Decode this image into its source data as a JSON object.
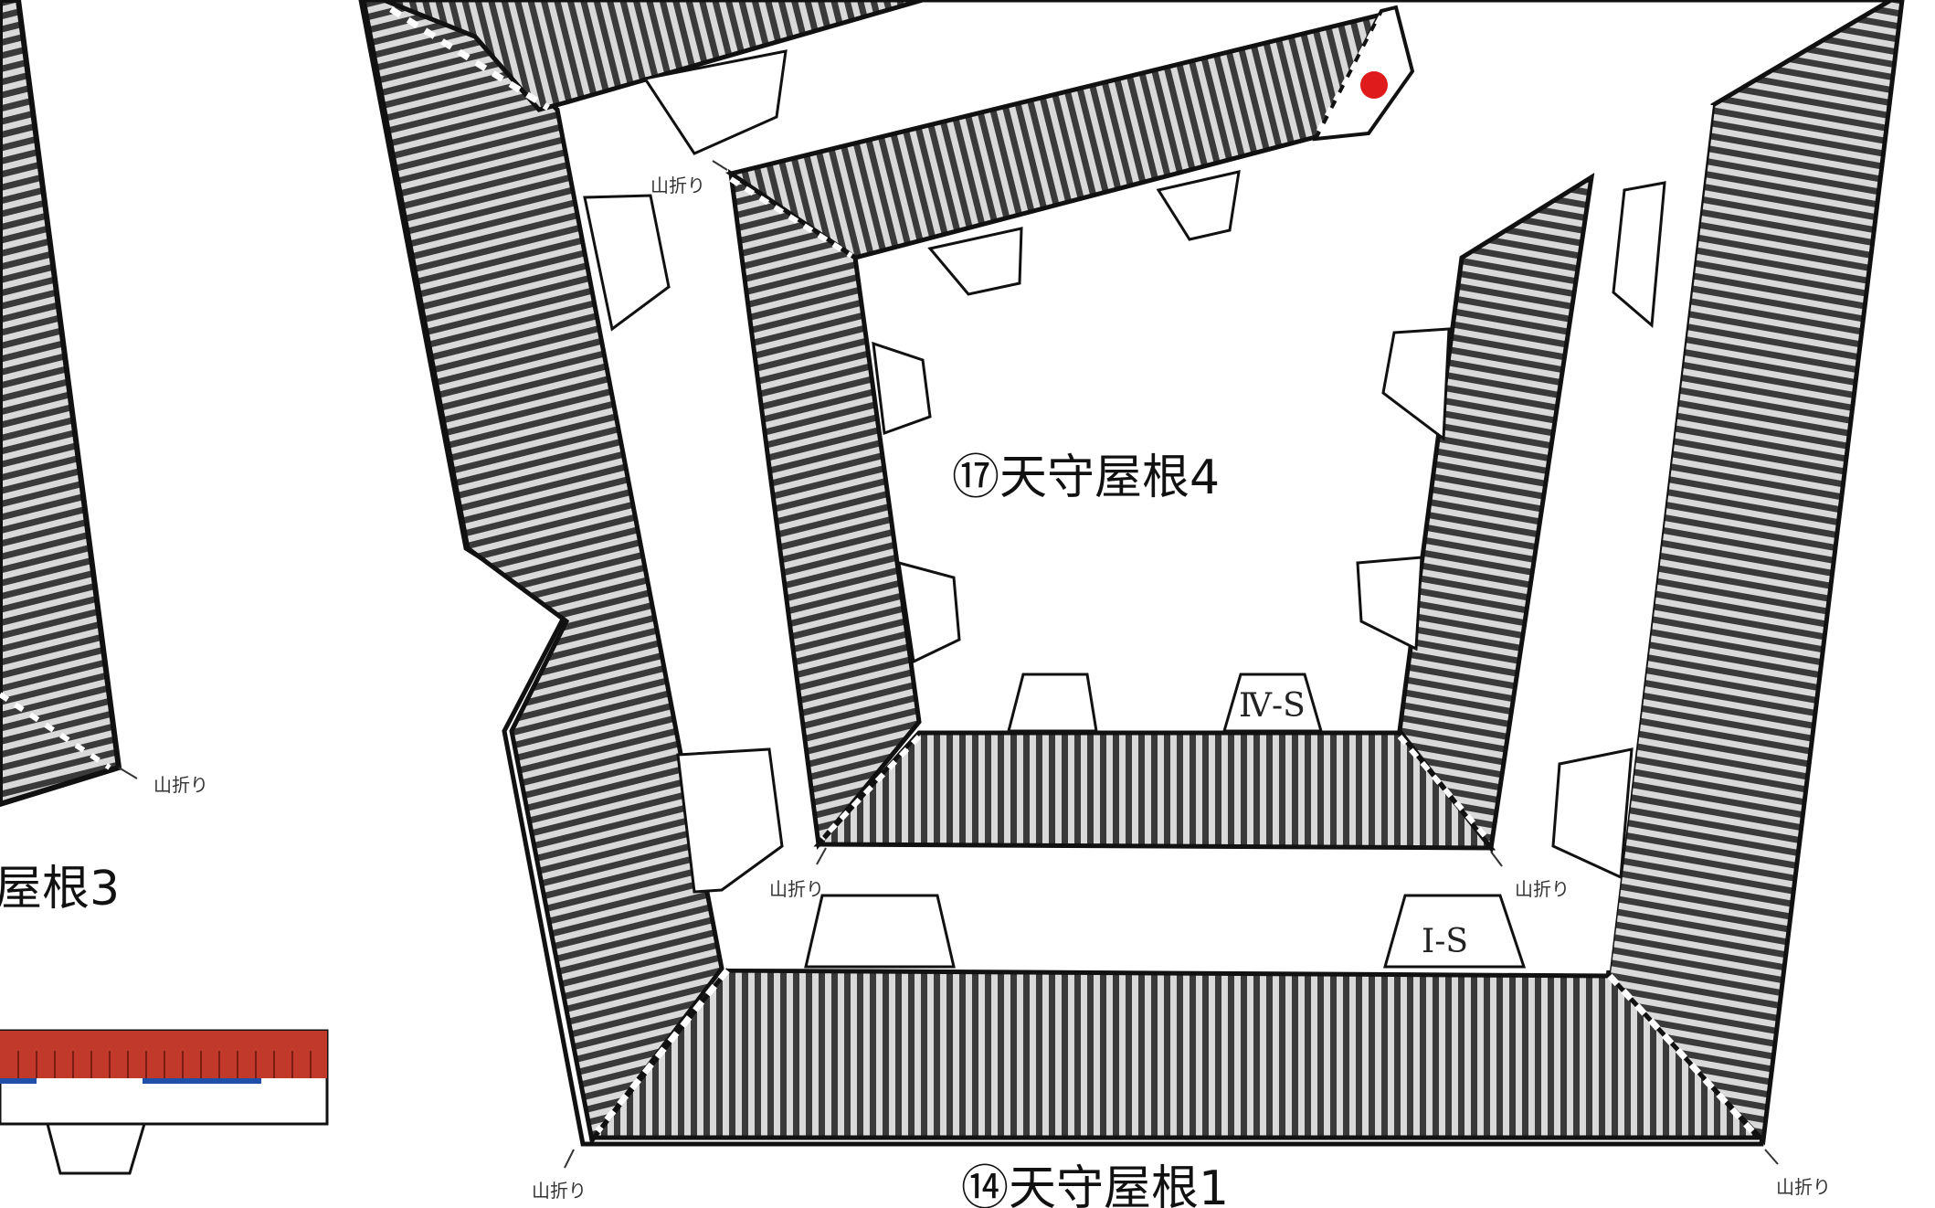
{
  "diagram": {
    "labels": {
      "roof4": "⑰天守屋根4",
      "roof1": "⑭天守屋根1",
      "roof3": "屋根3",
      "tab_iv": "Ⅳ-S",
      "tab_i": "Ⅰ-S"
    },
    "fold_label": "山折り",
    "colors": {
      "outline": "#111111",
      "tile_dark": "#3a3a3a",
      "tile_light": "#d8d8d8",
      "marker": "#e01b1b",
      "red_strip": "#c0392b",
      "blue_strip": "#1f4fa8"
    }
  }
}
